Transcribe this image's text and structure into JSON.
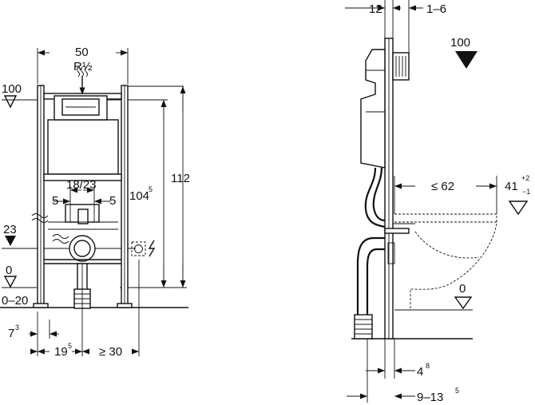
{
  "front_view": {
    "width": "50",
    "connection": "R½",
    "actuation_height": "100",
    "frame_height": "112",
    "upper_height_base": "104",
    "upper_height_sup": "5",
    "bolt_spacing": "18/23",
    "bolt_offset_left": "5",
    "bolt_offset_right": "5",
    "drain_height": "23",
    "floor": "0",
    "floor_adjust": "0–20",
    "foot_base": "7",
    "foot_sup": "3",
    "drain_offset_base": "19",
    "drain_offset_sup": "5",
    "side_clearance": "≥ 30"
  },
  "side_view": {
    "top_left": "12",
    "top_right": "1–6",
    "actuation_height": "100",
    "bowl_length": "≤ 62",
    "seat_height_base": "41",
    "seat_tol_plus": "+2",
    "seat_tol_minus": "−1",
    "floor": "0",
    "bottom_small_base": "4",
    "bottom_small_sup": "8",
    "bottom_range_base": "9–13",
    "bottom_range_sup": "5"
  }
}
